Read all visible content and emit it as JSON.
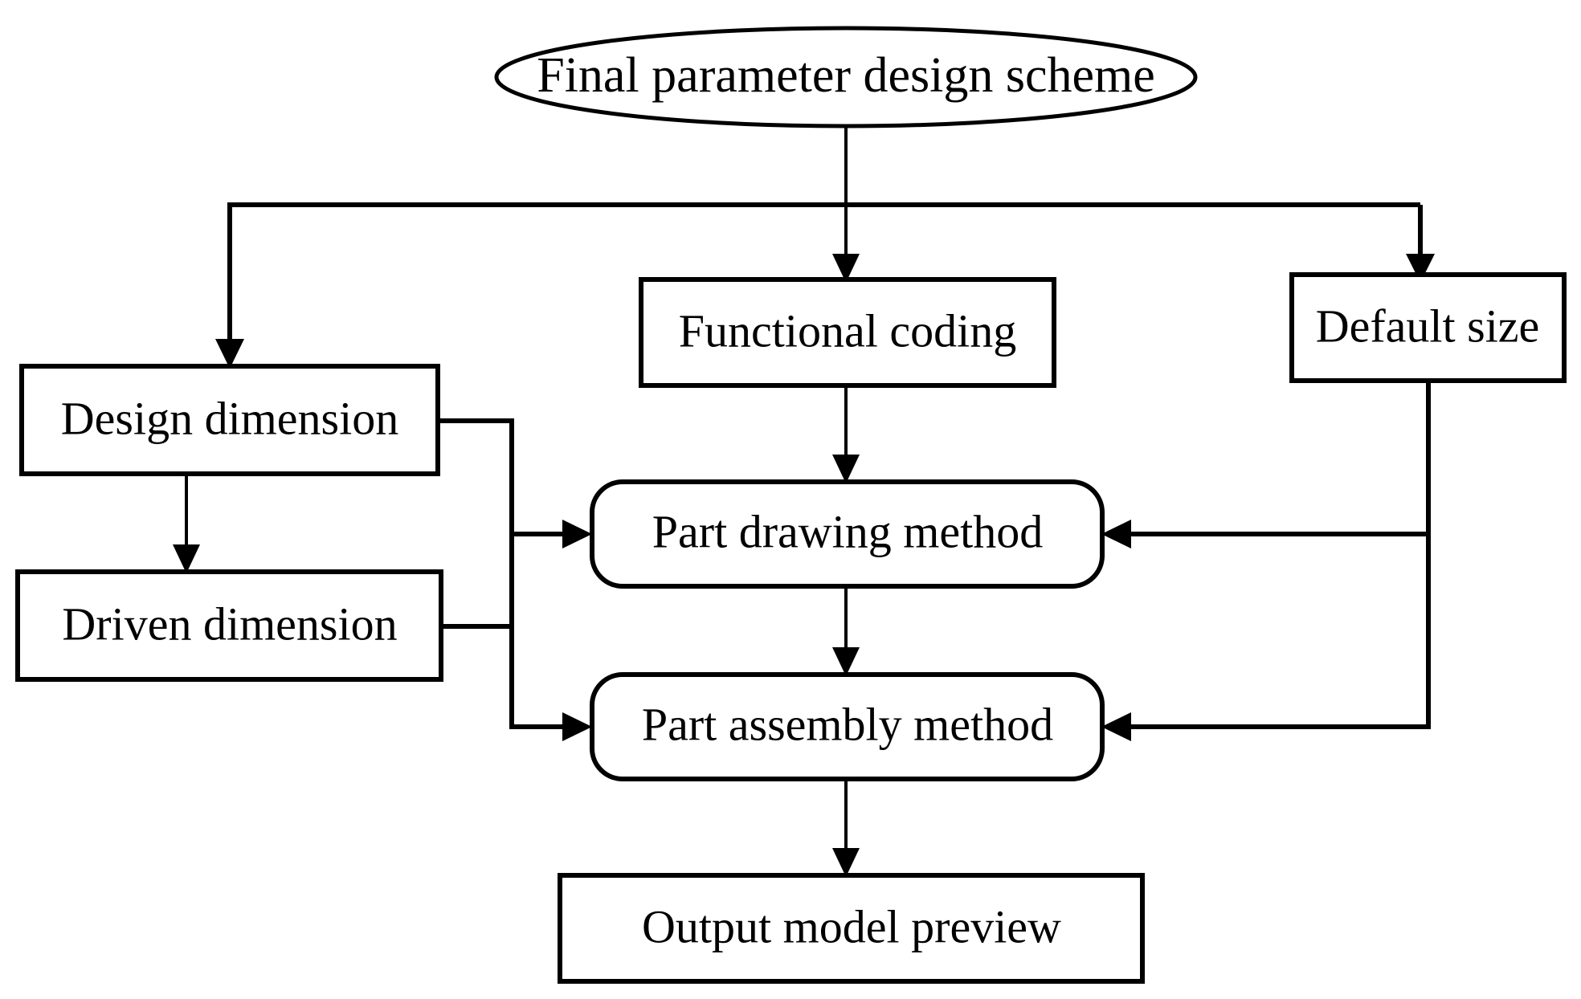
{
  "diagram": {
    "title": "Final parameter design scheme flow",
    "background_color": "#ffffff",
    "stroke_color": "#000000",
    "fill_color": "#ffffff",
    "nodes": {
      "final_parameter_design_scheme": {
        "label": "Final parameter design scheme",
        "shape": "ellipse",
        "font_size": 62
      },
      "functional_coding": {
        "label": "Functional coding",
        "shape": "rectangle",
        "font_size": 58
      },
      "default_size": {
        "label": "Default size",
        "shape": "rectangle",
        "font_size": 58
      },
      "design_dimension": {
        "label": "Design dimension",
        "shape": "rectangle",
        "font_size": 58
      },
      "driven_dimension": {
        "label": "Driven dimension",
        "shape": "rectangle",
        "font_size": 58
      },
      "part_drawing_method": {
        "label": "Part drawing method",
        "shape": "rounded-rectangle",
        "font_size": 58
      },
      "part_assembly_method": {
        "label": "Part assembly method",
        "shape": "rounded-rectangle",
        "font_size": 58
      },
      "output_model_preview": {
        "label": "Output model preview",
        "shape": "rectangle",
        "font_size": 58
      }
    },
    "edges": [
      {
        "from": "final_parameter_design_scheme",
        "to": "design_dimension",
        "type": "arrow"
      },
      {
        "from": "final_parameter_design_scheme",
        "to": "functional_coding",
        "type": "arrow"
      },
      {
        "from": "final_parameter_design_scheme",
        "to": "default_size",
        "type": "arrow"
      },
      {
        "from": "design_dimension",
        "to": "driven_dimension",
        "type": "arrow"
      },
      {
        "from": "design_dimension",
        "to": "part_drawing_method",
        "type": "arrow"
      },
      {
        "from": "driven_dimension",
        "to": "part_assembly_method",
        "type": "arrow"
      },
      {
        "from": "functional_coding",
        "to": "part_drawing_method",
        "type": "arrow"
      },
      {
        "from": "default_size",
        "to": "part_drawing_method",
        "type": "arrow"
      },
      {
        "from": "default_size",
        "to": "part_assembly_method",
        "type": "arrow"
      },
      {
        "from": "part_drawing_method",
        "to": "part_assembly_method",
        "type": "arrow"
      },
      {
        "from": "part_assembly_method",
        "to": "output_model_preview",
        "type": "arrow"
      }
    ]
  }
}
